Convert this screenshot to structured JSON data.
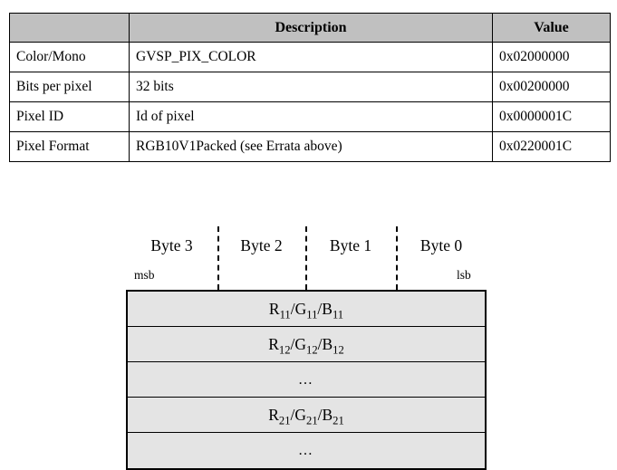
{
  "table": {
    "headers": [
      "",
      "Description",
      "Value"
    ],
    "rows": [
      {
        "label": "Color/Mono",
        "description": "GVSP_PIX_COLOR",
        "value": "0x02000000"
      },
      {
        "label": "Bits per pixel",
        "description": "32 bits",
        "value": "0x00200000"
      },
      {
        "label": "Pixel ID",
        "description": "Id of pixel",
        "value": "0x0000001C"
      },
      {
        "label": "Pixel Format",
        "description": "RGB10V1Packed (see Errata above)",
        "value": "0x0220001C"
      }
    ],
    "header_bg": "#c0c0c0",
    "border_color": "#000000"
  },
  "diagram": {
    "byte_labels": [
      "Byte 3",
      "Byte 2",
      "Byte 1",
      "Byte 0"
    ],
    "msb_label": "msb",
    "lsb_label": "lsb",
    "cell_bg": "#e4e4e4",
    "rows": [
      {
        "r": "R",
        "r_sub": "11",
        "g": "G",
        "g_sub": "11",
        "b": "B",
        "b_sub": "11",
        "kind": "pixel"
      },
      {
        "r": "R",
        "r_sub": "12",
        "g": "G",
        "g_sub": "12",
        "b": "B",
        "b_sub": "12",
        "kind": "pixel"
      },
      {
        "text": "…",
        "kind": "ellipsis"
      },
      {
        "r": "R",
        "r_sub": "21",
        "g": "G",
        "g_sub": "21",
        "b": "B",
        "b_sub": "21",
        "kind": "pixel"
      },
      {
        "text": "…",
        "kind": "ellipsis"
      }
    ]
  }
}
